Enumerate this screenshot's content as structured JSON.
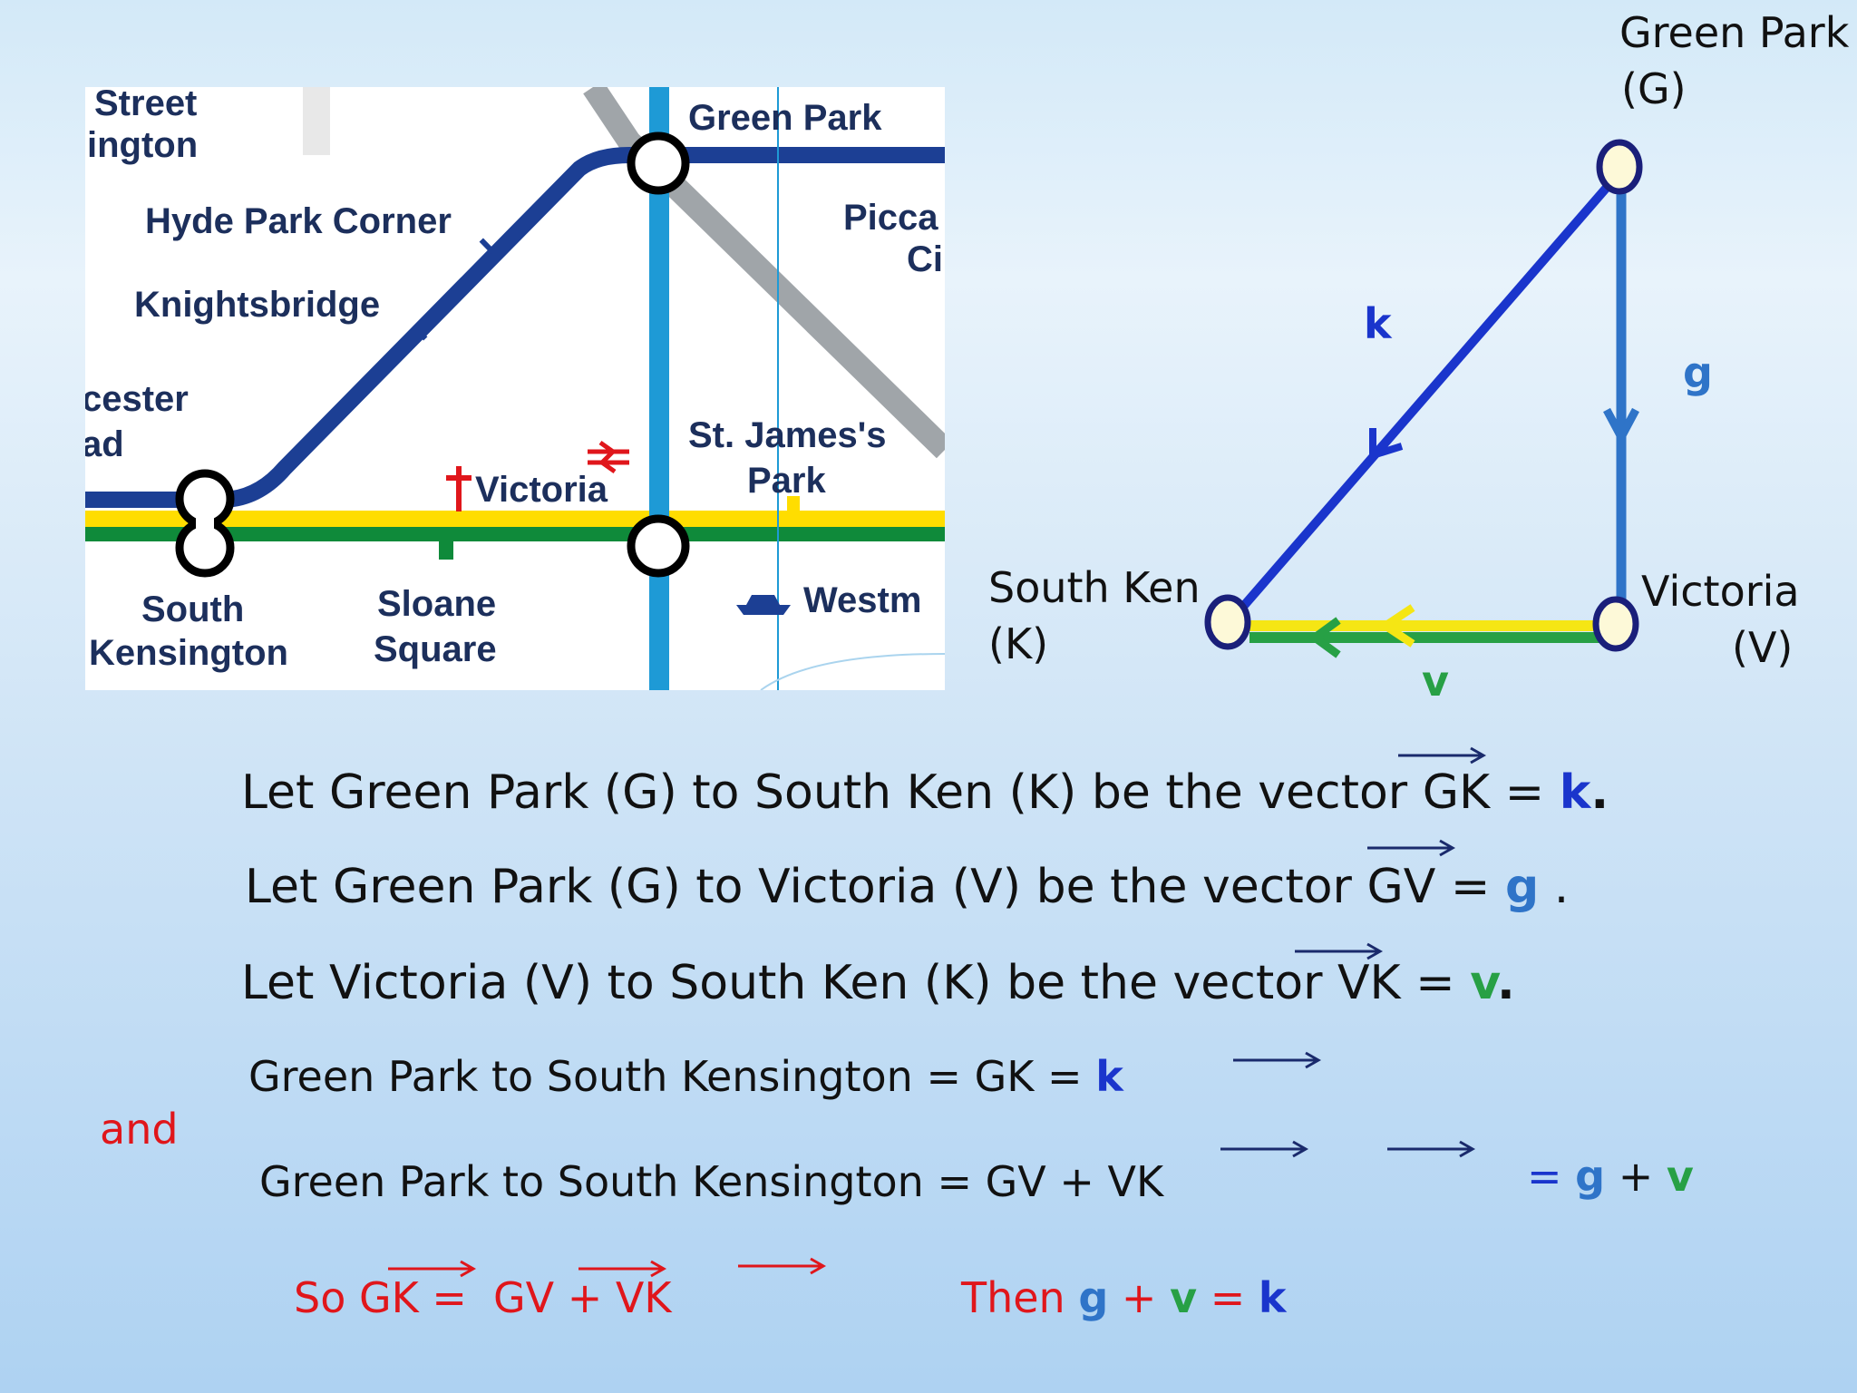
{
  "map": {
    "labels": {
      "street": "Street",
      "ington": "ington",
      "hyde_park_corner": "Hyde Park Corner",
      "knightsbridge": "Knightsbridge",
      "cester": "cester",
      "ad": "ad",
      "green_park": "Green Park",
      "picca": "Picca",
      "ci": "Ci",
      "victoria": "Victoria",
      "st_jamess": "St. James's",
      "park": "Park",
      "south": "South",
      "kensington": "Kensington",
      "sloane": "Sloane",
      "square": "Square",
      "westm": "Westm"
    },
    "colors": {
      "piccadilly": "#1c3f94",
      "victoria_line": "#1e9ad6",
      "jubilee": "#a0a5a9",
      "circle": "#ffdd00",
      "district": "#0f8a3a",
      "rail": "#e0161b"
    }
  },
  "diagram": {
    "nodes": {
      "green_park_line1": "Green Park",
      "green_park_line2": "(G)",
      "south_ken_line1": "South Ken",
      "south_ken_line2": "(K)",
      "victoria_line1": "Victoria",
      "victoria_line2": "(V)"
    },
    "vectors": {
      "k": "k",
      "g": "g",
      "v": "v"
    },
    "colors": {
      "k": "#1a35cc",
      "g": "#2f74c8",
      "v_yellow": "#f5e614",
      "v_green": "#27a045",
      "node_fill": "#fdf9d8"
    }
  },
  "text": {
    "line1": {
      "pre": "Let Green Park (G) to South Ken (K) be the vector GK = ",
      "var": "k",
      "post": "."
    },
    "line2": {
      "pre": "Let  Green Park (G) to Victoria (V) be the vector  GV = ",
      "var": "g",
      "post": " ."
    },
    "line3": {
      "pre": "Let Victoria (V) to South Ken (K) be the vector VK = ",
      "var": "v",
      "post": "."
    },
    "line4": {
      "pre": "Green Park to South Kensington = GK = ",
      "var": "k"
    },
    "and": "and",
    "line5": "Green Park to South Kensington = GV + VK",
    "line5b": {
      "eq": "= ",
      "g": "g",
      "plus": " + ",
      "v": "v"
    },
    "so": "So GK =",
    "so_rhs": "GV + VK",
    "then": {
      "pre": "Then ",
      "g": "g",
      "plus": " + ",
      "v": "v",
      "eq": " = ",
      "k": "k"
    }
  }
}
